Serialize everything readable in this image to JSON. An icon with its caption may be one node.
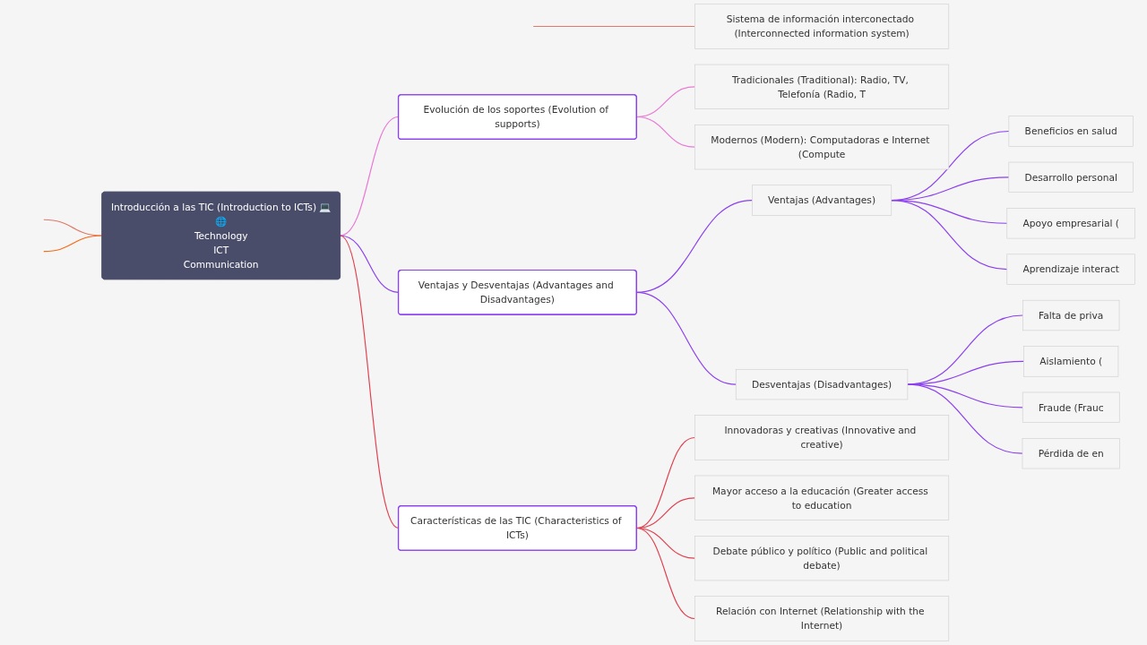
{
  "diagram": {
    "nodes": [
      {
        "text": [
          "Introducción a las TIC (Introduction to ICTs) 💻🌐",
          "Technology",
          "ICT",
          "Communication"
        ]
      },
      {
        "text": [
          "Sistema de información interconectado (Interconnected information system)"
        ]
      },
      {
        "text": [
          "Evolución de los soportes (Evolution of supports)"
        ]
      },
      {
        "text": [
          "Tradicionales (Traditional): Radio, TV, Telefonía (Radio, T"
        ]
      },
      {
        "text": [
          "Modernos (Modern): Computadoras e Internet (Compute"
        ]
      },
      {
        "text": [
          "Ventajas y Desventajas (Advantages and Disadvantages)"
        ]
      },
      {
        "text": [
          "Ventajas (Advantages)"
        ]
      },
      {
        "text": [
          "Beneficios en salud"
        ]
      },
      {
        "text": [
          "Desarrollo personal"
        ]
      },
      {
        "text": [
          "Apoyo empresarial ("
        ]
      },
      {
        "text": [
          "Aprendizaje interact"
        ]
      },
      {
        "text": [
          "Desventajas (Disadvantages)"
        ]
      },
      {
        "text": [
          "Falta de priva"
        ]
      },
      {
        "text": [
          "Aislamiento ("
        ]
      },
      {
        "text": [
          "Fraude (Frauc"
        ]
      },
      {
        "text": [
          "Pérdida de en"
        ]
      },
      {
        "text": [
          "Características de las TIC (Characteristics of ICTs)"
        ]
      },
      {
        "text": [
          "Innovadoras y creativas (Innovative and creative)"
        ]
      },
      {
        "text": [
          "Mayor acceso a la educación (Greater access to education"
        ]
      },
      {
        "text": [
          "Debate público y político (Public and political debate)"
        ]
      },
      {
        "text": [
          "Relación con Internet (Relationship with the Internet)"
        ]
      }
    ],
    "edges": [
      {
        "from": 0,
        "to": null,
        "arrow": "none",
        "color": "#e07a6a"
      },
      {
        "from": null,
        "to": 1,
        "arrow": "none",
        "color": "#e07a6a"
      },
      {
        "from": 0,
        "to": 2,
        "arrow": "none",
        "color": "#e879d4"
      },
      {
        "from": 2,
        "to": 3,
        "arrow": "none",
        "color": "#e879d4"
      },
      {
        "from": 2,
        "to": 4,
        "arrow": "none",
        "color": "#e879d4"
      },
      {
        "from": 0,
        "to": 5,
        "arrow": "none",
        "color": "#8b3ff0"
      },
      {
        "from": 5,
        "to": 6,
        "arrow": "none",
        "color": "#8b3ff0"
      },
      {
        "from": 6,
        "to": 7,
        "arrow": "none",
        "color": "#8b3ff0"
      },
      {
        "from": 6,
        "to": 8,
        "arrow": "none",
        "color": "#8b3ff0"
      },
      {
        "from": 6,
        "to": 9,
        "arrow": "none",
        "color": "#8b3ff0"
      },
      {
        "from": 6,
        "to": 10,
        "arrow": "none",
        "color": "#8b3ff0"
      },
      {
        "from": 5,
        "to": 11,
        "arrow": "none",
        "color": "#8b3ff0"
      },
      {
        "from": 11,
        "to": 12,
        "arrow": "none",
        "color": "#8b3ff0"
      },
      {
        "from": 11,
        "to": 13,
        "arrow": "none",
        "color": "#8b3ff0"
      },
      {
        "from": 11,
        "to": 14,
        "arrow": "none",
        "color": "#8b3ff0"
      },
      {
        "from": 11,
        "to": 15,
        "arrow": "none",
        "color": "#8b3ff0"
      },
      {
        "from": 0,
        "to": 16,
        "arrow": "none",
        "color": "#e0404f"
      },
      {
        "from": 16,
        "to": 17,
        "arrow": "none",
        "color": "#e0404f"
      },
      {
        "from": 16,
        "to": 18,
        "arrow": "none",
        "color": "#e0404f"
      },
      {
        "from": 16,
        "to": 19,
        "arrow": "none",
        "color": "#e0404f"
      },
      {
        "from": 16,
        "to": 20,
        "arrow": "none",
        "color": "#e0404f"
      },
      {
        "from": 0,
        "to": null,
        "arrow": "none",
        "color": "#f56a14"
      }
    ]
  }
}
